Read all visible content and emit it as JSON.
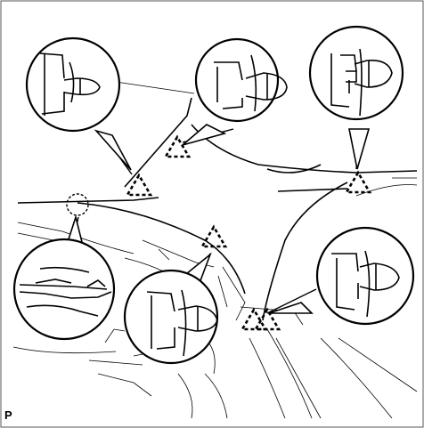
{
  "figure": {
    "code_label": "P",
    "line_color": "#000000",
    "background_color": "#ffffff",
    "symbols": [
      "clip-triangle",
      "clip-triangle",
      "clip-triangle",
      "clip-triangle",
      "clip-triangle",
      "clip-triangle"
    ],
    "callouts": [
      "clip-detail",
      "clip-detail",
      "clip-detail",
      "clip-detail",
      "clip-detail",
      "claw-detail"
    ]
  }
}
